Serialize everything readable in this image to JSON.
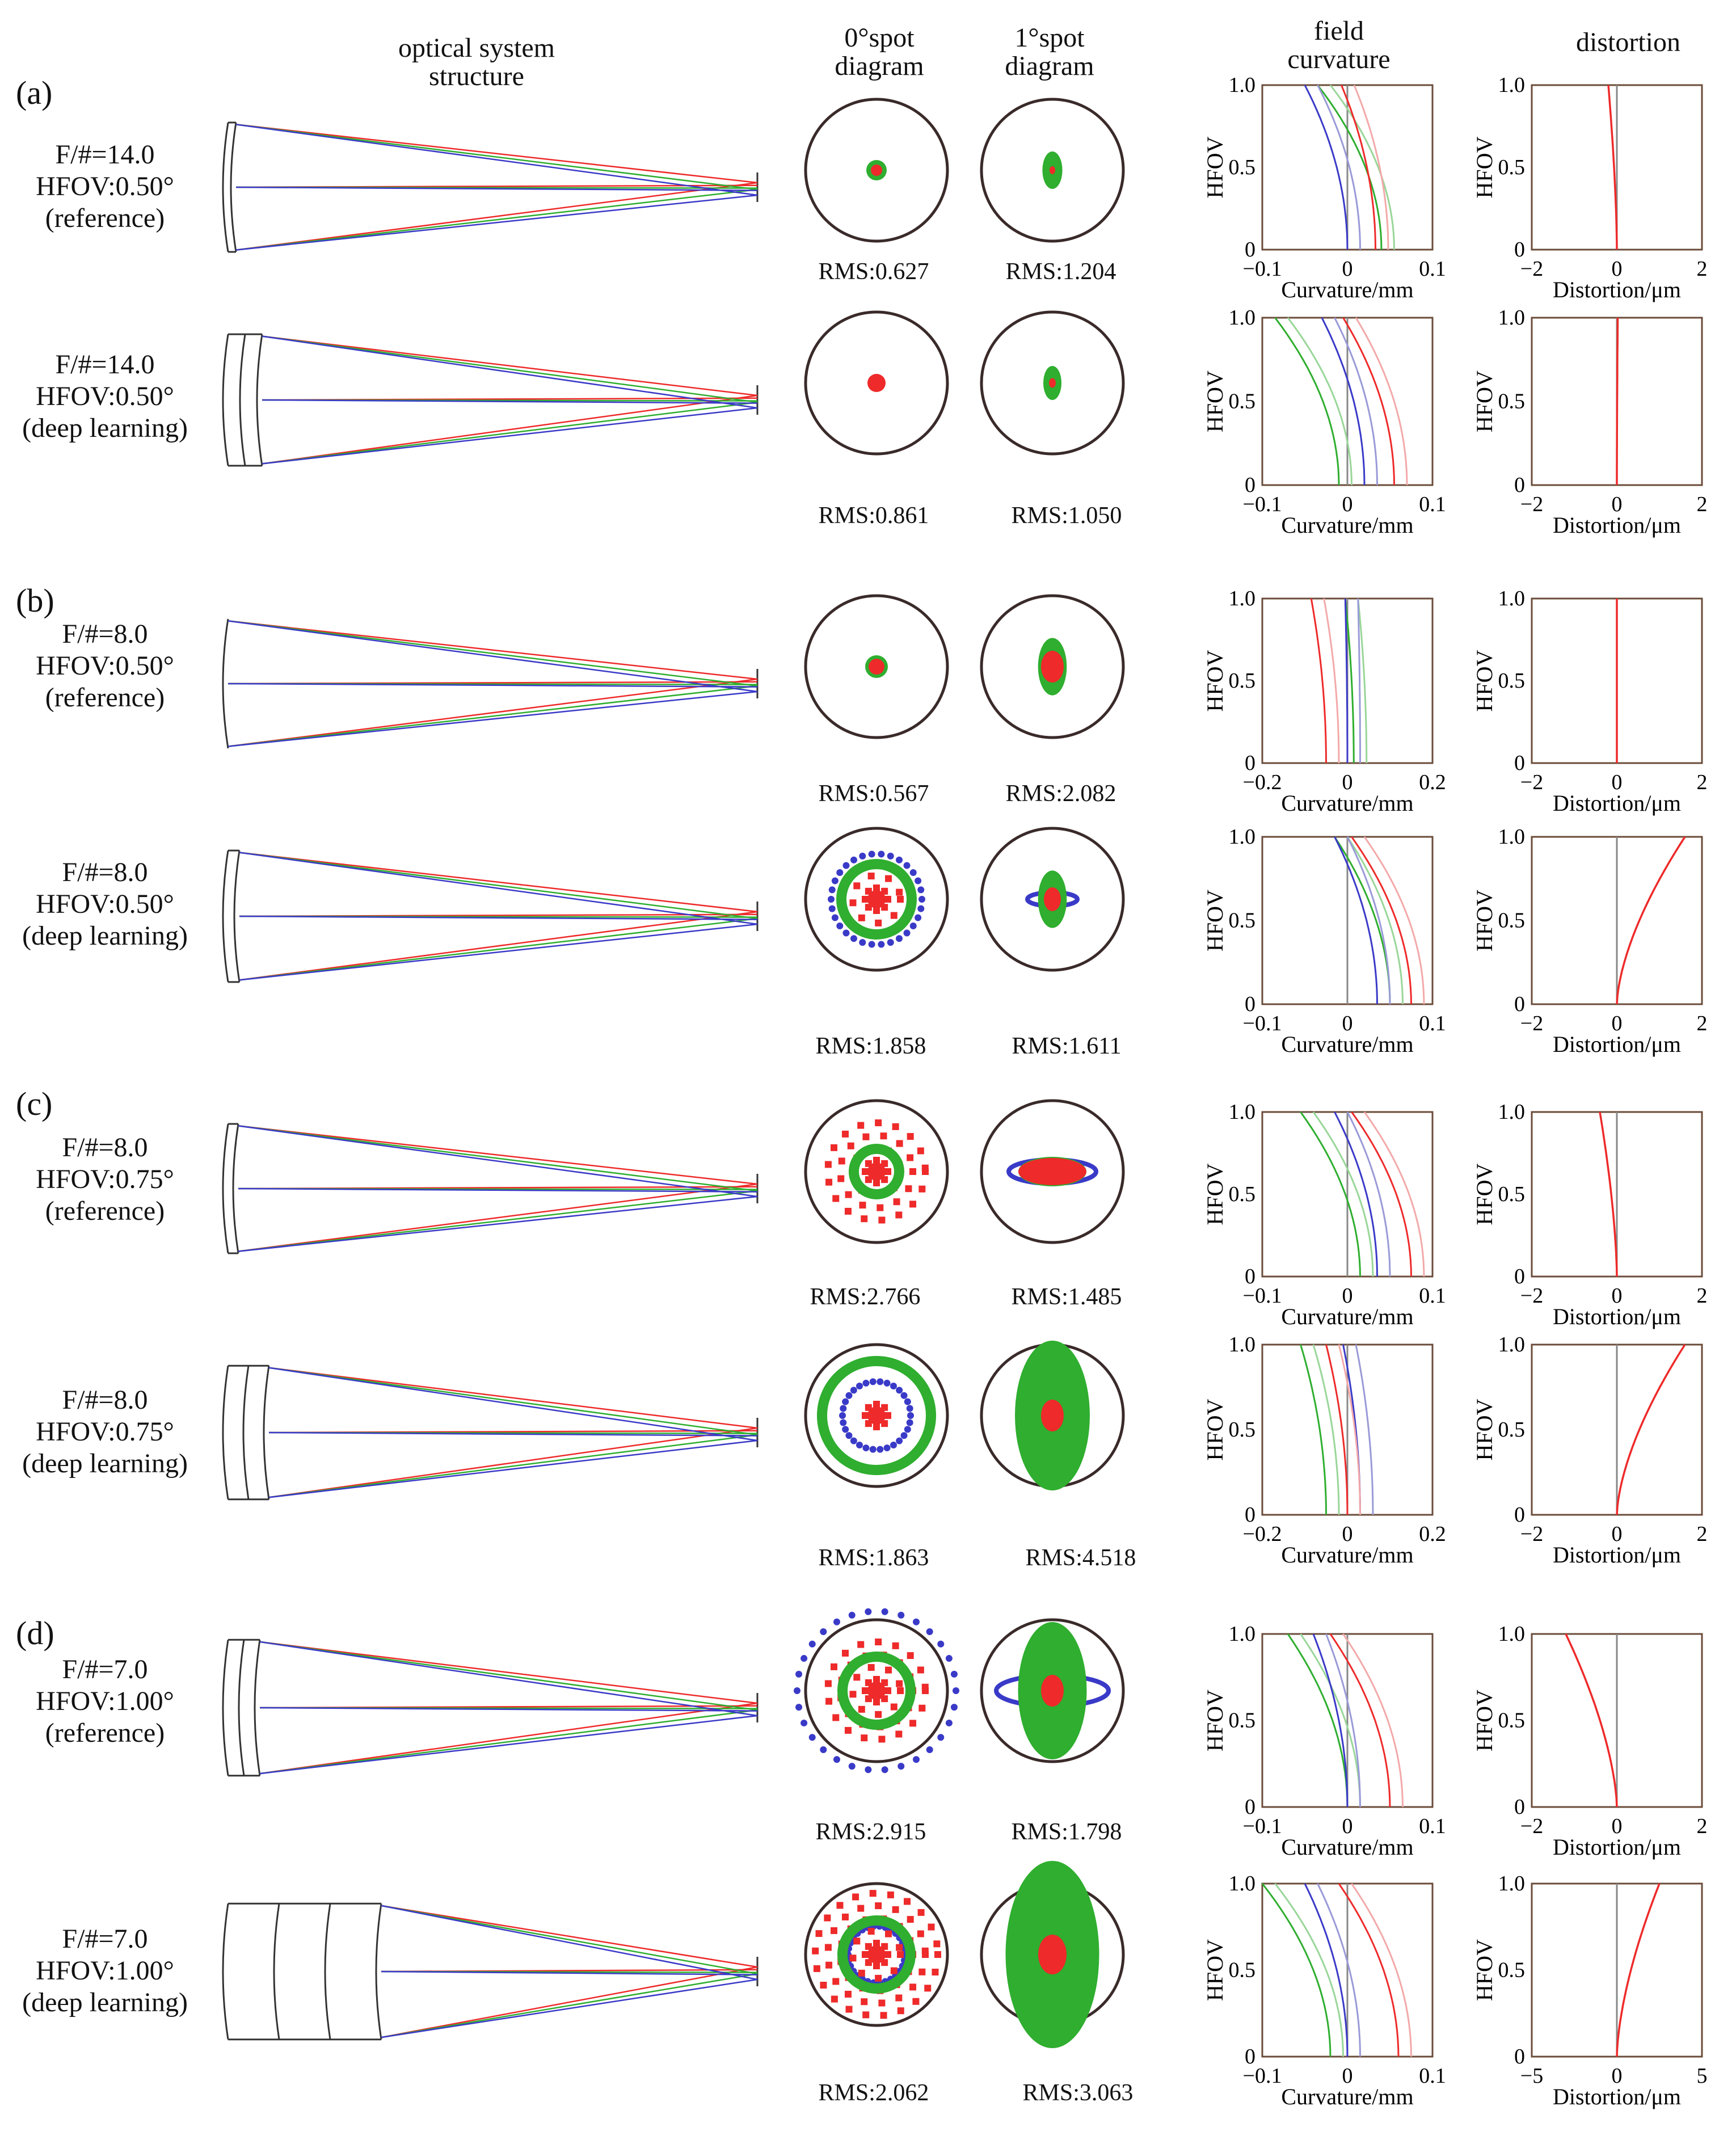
{
  "headers": {
    "optical": [
      "optical system",
      "structure"
    ],
    "spot0": [
      "0°spot",
      "diagram"
    ],
    "spot1": [
      "1°spot",
      "diagram"
    ],
    "field": [
      "field",
      "curvature"
    ],
    "distortion": [
      "distortion"
    ]
  },
  "axis_labels": {
    "hfov": "HFOV",
    "curvature": "Curvature/mm",
    "distortion": "Distortion/μm"
  },
  "colors": {
    "red": "#ee2a2a",
    "green": "#2fae2f",
    "blue": "#3a3ac8",
    "pink": "#f3a9a9",
    "lightgreen": "#99d699",
    "lightblue": "#9a9ad8",
    "circle": "#3a2a2a",
    "frame": "#6b4c3a"
  },
  "rows": [
    {
      "section": "(a)",
      "params": [
        "F/#=14.0",
        "HFOV:0.50°",
        "(reference)"
      ],
      "rms0": "RMS:0.627",
      "rms1": "RMS:1.204",
      "spot0": {
        "r": 10,
        "g": 18,
        "b": 0
      },
      "spot1": {
        "shape": "elong",
        "r": 10,
        "g": 22,
        "b": 0
      },
      "lens": {
        "surfaces": 2,
        "w": 14
      },
      "fc": {
        "ticks": [
          "−0.1",
          "0",
          "0.1"
        ],
        "min": -0.1,
        "max": 0.1,
        "curves": {
          "g": 0.04,
          "dg": -0.075,
          "b": 0.0,
          "db": -0.05,
          "r": 0.033,
          "dr": -0.04
        }
      },
      "dist": {
        "ticks": [
          "−2",
          "0",
          "2"
        ],
        "max": 2,
        "d": -0.2
      }
    },
    {
      "section": "",
      "params": [
        "F/#=14.0",
        "HFOV:0.50°",
        "(deep learning)"
      ],
      "rms0": "RMS:0.861",
      "rms1": "RMS:1.050",
      "spot0": {
        "r": 16,
        "g": 0,
        "b": 0
      },
      "spot1": {
        "shape": "elong",
        "r": 12,
        "g": 20,
        "b": 0
      },
      "lens": {
        "surfaces": 3,
        "w": 30
      },
      "fc": {
        "ticks": [
          "−0.1",
          "0",
          "0.1"
        ],
        "min": -0.1,
        "max": 0.1,
        "curves": {
          "g": -0.01,
          "dg": -0.075,
          "b": 0.02,
          "db": -0.05,
          "r": 0.055,
          "dr": -0.06
        }
      },
      "dist": {
        "ticks": [
          "−2",
          "0",
          "2"
        ],
        "max": 2,
        "d": 0.02
      }
    },
    {
      "section": "(b)",
      "params": [
        "F/#=8.0",
        "HFOV:0.50°",
        "(reference)"
      ],
      "rms0": "RMS:0.567",
      "rms1": "RMS:2.082",
      "spot0": {
        "r": 14,
        "g": 20,
        "b": 0
      },
      "spot1": {
        "shape": "drop",
        "r": 40,
        "g": 46,
        "b": 52
      },
      "lens": {
        "surfaces": 1,
        "w": 8
      },
      "fc": {
        "ticks": [
          "−0.2",
          "0",
          "0.2"
        ],
        "min": -0.2,
        "max": 0.2,
        "curves": {
          "g": 0.015,
          "dg": -0.02,
          "b": 0.0,
          "db": -0.005,
          "r": -0.05,
          "dr": -0.035
        }
      },
      "dist": {
        "ticks": [
          "−2",
          "0",
          "2"
        ],
        "max": 2,
        "d": 0.0
      }
    },
    {
      "section": "",
      "params": [
        "F/#=8.0",
        "HFOV:0.50°",
        "(deep learning)"
      ],
      "rms0": "RMS:1.858",
      "rms1": "RMS:1.611",
      "spot0": {
        "shape": "rings",
        "r": 44,
        "g": 62,
        "b": 80
      },
      "spot1": {
        "shape": "bow",
        "r": 30,
        "g": 46,
        "b": 40
      },
      "lens": {
        "surfaces": 2,
        "w": 20
      },
      "fc": {
        "ticks": [
          "−0.1",
          "0",
          "0.1"
        ],
        "min": -0.1,
        "max": 0.1,
        "curves": {
          "g": 0.05,
          "dg": -0.065,
          "b": 0.035,
          "db": -0.05,
          "r": 0.075,
          "dr": -0.07
        }
      },
      "dist": {
        "ticks": [
          "−2",
          "0",
          "2"
        ],
        "max": 2,
        "d": 1.6
      }
    },
    {
      "section": "(c)",
      "params": [
        "F/#=8.0",
        "HFOV:0.75°",
        "(reference)"
      ],
      "rms0": "RMS:2.766",
      "rms1": "RMS:1.485",
      "spot0": {
        "shape": "rings",
        "r": 90,
        "g": 40,
        "b": 0
      },
      "spot1": {
        "shape": "flat",
        "r": 60,
        "g": 26,
        "b": 70
      },
      "lens": {
        "surfaces": 2,
        "w": 18
      },
      "fc": {
        "ticks": [
          "−0.1",
          "0",
          "0.1"
        ],
        "min": -0.1,
        "max": 0.1,
        "curves": {
          "g": 0.015,
          "dg": -0.07,
          "b": 0.035,
          "db": -0.05,
          "r": 0.075,
          "dr": -0.07
        }
      },
      "dist": {
        "ticks": [
          "−2",
          "0",
          "2"
        ],
        "max": 2,
        "d": -0.4
      }
    },
    {
      "section": "",
      "params": [
        "F/#=8.0",
        "HFOV:0.75°",
        "(deep learning)"
      ],
      "rms0": "RMS:1.863",
      "rms1": "RMS:4.518",
      "spot0": {
        "shape": "rings",
        "r": 30,
        "g": 96,
        "b": 60
      },
      "spot1": {
        "shape": "big",
        "r": 40,
        "g": 120,
        "b": 50
      },
      "lens": {
        "surfaces": 3,
        "w": 36
      },
      "fc": {
        "ticks": [
          "−0.2",
          "0",
          "0.2"
        ],
        "min": -0.2,
        "max": 0.2,
        "curves": {
          "g": -0.05,
          "dg": -0.06,
          "b": 0.03,
          "db": -0.04,
          "r": 0.0,
          "dr": -0.05
        }
      },
      "dist": {
        "ticks": [
          "−2",
          "0",
          "2"
        ],
        "max": 2,
        "d": 1.6
      }
    },
    {
      "section": "(d)",
      "params": [
        "F/#=7.0",
        "HFOV:1.00°",
        "(reference)"
      ],
      "rms0": "RMS:2.915",
      "rms1": "RMS:1.798",
      "spot0": {
        "shape": "outer",
        "r": 90,
        "g": 60,
        "b": 140
      },
      "spot1": {
        "shape": "bow",
        "r": 40,
        "g": 110,
        "b": 90
      },
      "lens": {
        "surfaces": 3,
        "w": 28
      },
      "fc": {
        "ticks": [
          "−0.1",
          "0",
          "0.1"
        ],
        "min": -0.1,
        "max": 0.1,
        "curves": {
          "g": 0.0,
          "dg": -0.07,
          "b": 0.0,
          "db": -0.04,
          "r": 0.05,
          "dr": -0.07
        }
      },
      "dist": {
        "ticks": [
          "−2",
          "0",
          "2"
        ],
        "max": 2,
        "d": -1.2
      }
    },
    {
      "section": "",
      "params": [
        "F/#=7.0",
        "HFOV:1.00°",
        "(deep learning)"
      ],
      "rms0": "RMS:2.062",
      "rms1": "RMS:3.063",
      "spot0": {
        "shape": "rings",
        "r": 120,
        "g": 60,
        "b": 50
      },
      "spot1": {
        "shape": "big",
        "r": 50,
        "g": 150,
        "b": 60
      },
      "lens": {
        "surfaces": 4,
        "w": 90
      },
      "fc": {
        "ticks": [
          "−0.1",
          "0",
          "0.1"
        ],
        "min": -0.1,
        "max": 0.1,
        "curves": {
          "g": -0.02,
          "dg": -0.08,
          "b": 0.0,
          "db": -0.05,
          "r": 0.06,
          "dr": -0.07
        }
      },
      "dist": {
        "ticks": [
          "−5",
          "0",
          "5"
        ],
        "max": 5,
        "d": 2.5
      }
    }
  ]
}
